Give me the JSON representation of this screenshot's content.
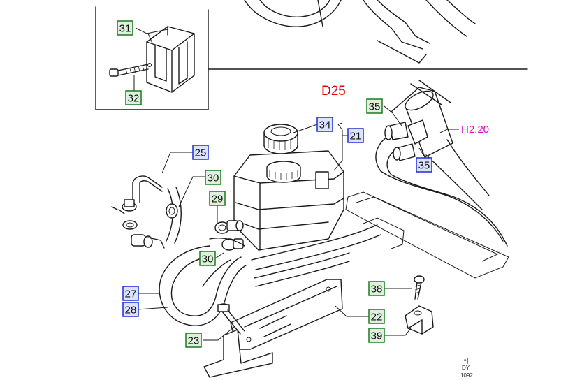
{
  "diagram": {
    "section_code": "D25",
    "reference_code": "H2.20",
    "footer_mark": "DY",
    "footer_number": "1092",
    "callouts": [
      {
        "label": "31",
        "color": "green"
      },
      {
        "label": "32",
        "color": "green"
      },
      {
        "label": "35",
        "color": "green"
      },
      {
        "label": "35",
        "color": "blue"
      },
      {
        "label": "34",
        "color": "blue"
      },
      {
        "label": "21",
        "color": "blue"
      },
      {
        "label": "25",
        "color": "blue"
      },
      {
        "label": "30",
        "color": "green"
      },
      {
        "label": "29",
        "color": "green"
      },
      {
        "label": "30",
        "color": "green"
      },
      {
        "label": "27",
        "color": "blue"
      },
      {
        "label": "28",
        "color": "blue"
      },
      {
        "label": "23",
        "color": "green"
      },
      {
        "label": "22",
        "color": "green"
      },
      {
        "label": "38",
        "color": "green"
      },
      {
        "label": "39",
        "color": "green"
      }
    ],
    "colors": {
      "blue_box": "#1b2fd6",
      "green_box": "#1b7a21",
      "red_text": "#e00000",
      "magenta_text": "#e000c0"
    }
  }
}
